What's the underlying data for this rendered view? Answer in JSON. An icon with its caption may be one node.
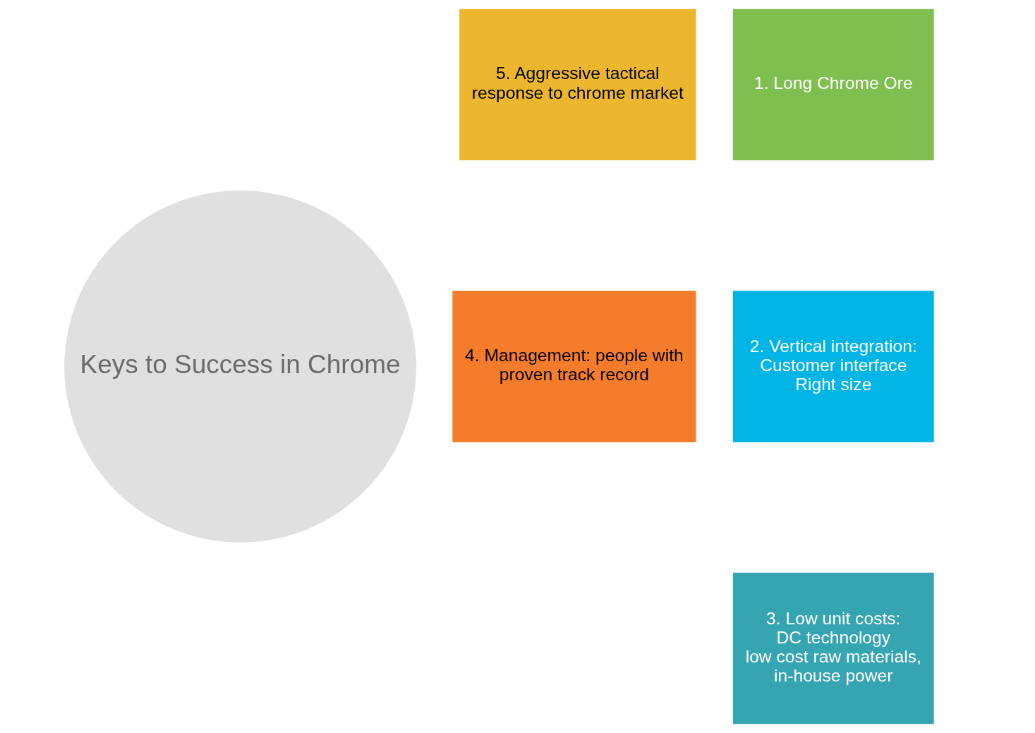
{
  "diagram": {
    "nodes": [
      {
        "text": [
          "5. Aggressive tactical response to chrome market"
        ]
      },
      {
        "text": [
          "1. Long Chrome Ore"
        ]
      },
      {
        "text": [
          "Keys to Success in Chrome"
        ]
      },
      {
        "text": [
          "4. Management: people with proven track record"
        ]
      },
      {
        "text": [
          "2. Vertical integration:",
          "Customer interface",
          "Right size"
        ]
      },
      {
        "text": [
          "3. Low unit costs:",
          "DC technology",
          "low cost raw materials, in-house power"
        ]
      }
    ]
  }
}
